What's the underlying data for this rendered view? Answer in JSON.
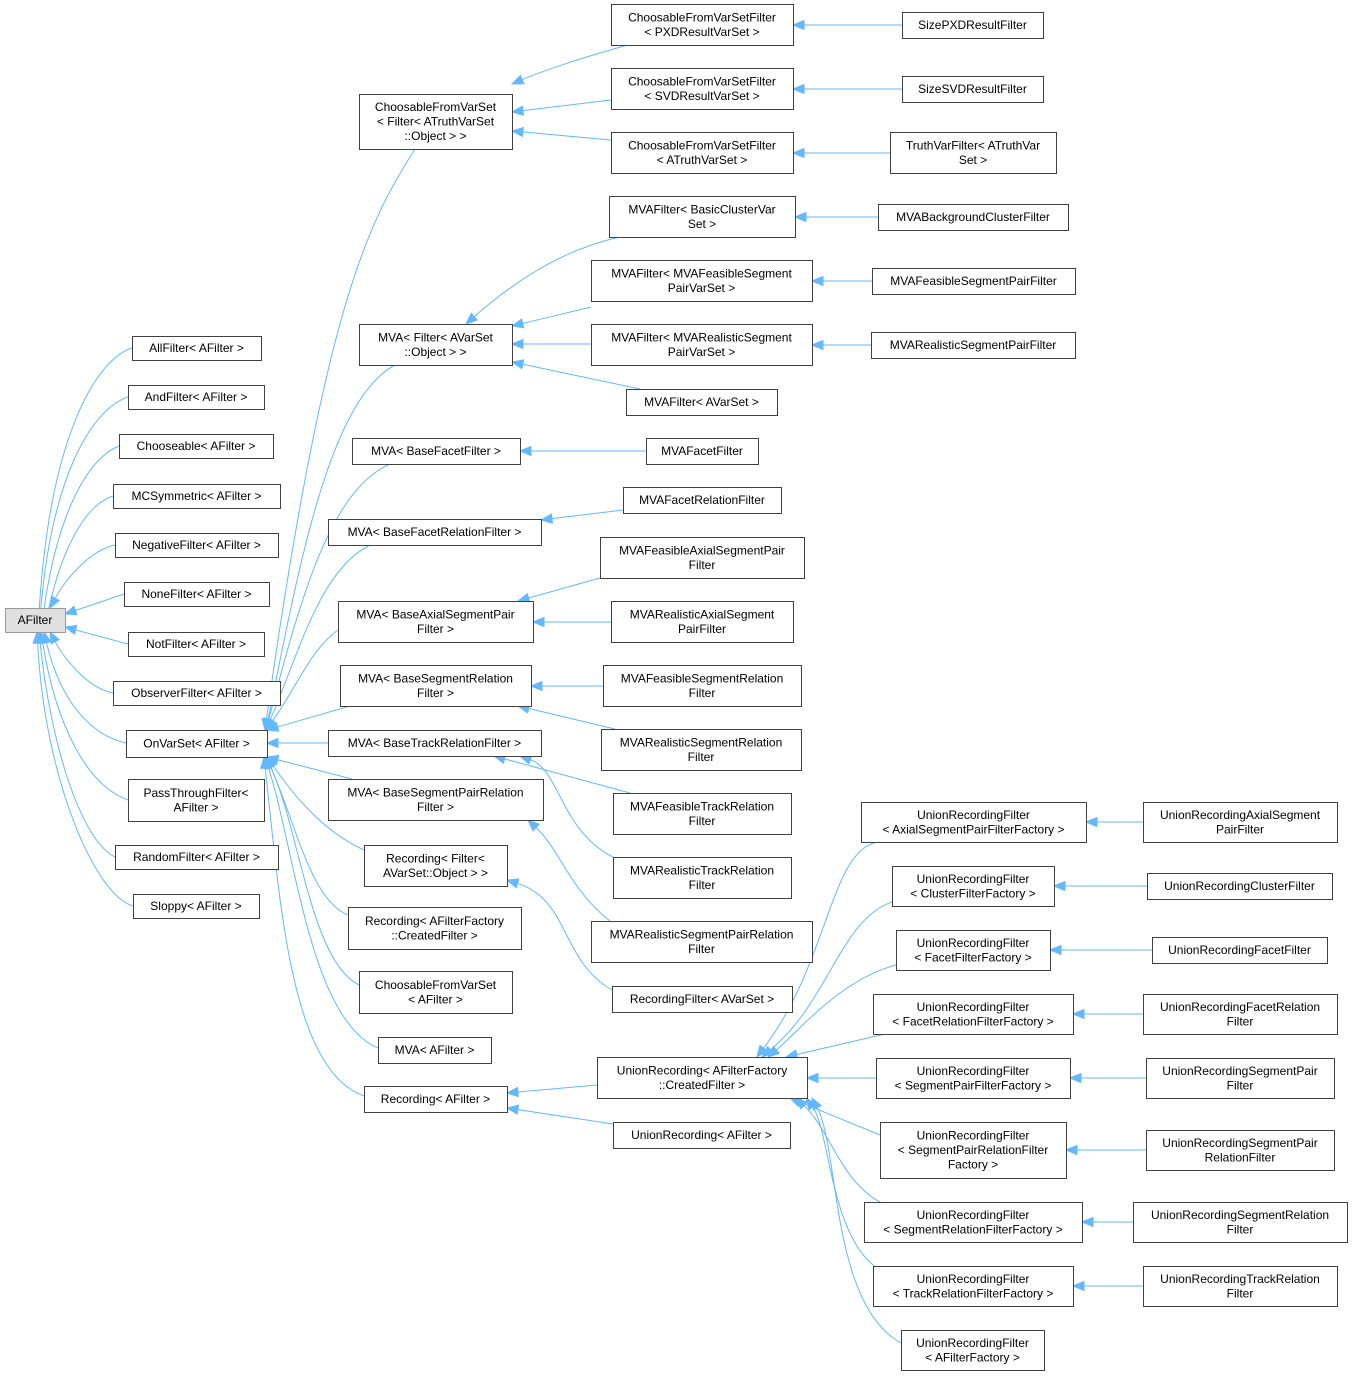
{
  "diagram": {
    "type": "class-inheritance-graph",
    "colors": {
      "edge": "#63b8ff",
      "node_border": "#404040",
      "root_fill": "#e0e0e0",
      "root_border": "#999999"
    },
    "nodes": [
      {
        "id": "afilter",
        "lines": [
          "AFilter"
        ],
        "root": true
      },
      {
        "id": "allfilter",
        "lines": [
          "AllFilter< AFilter >"
        ]
      },
      {
        "id": "andfilter",
        "lines": [
          "AndFilter< AFilter >"
        ]
      },
      {
        "id": "chooseable",
        "lines": [
          "Chooseable< AFilter >"
        ]
      },
      {
        "id": "mcsymmetric",
        "lines": [
          "MCSymmetric< AFilter >"
        ]
      },
      {
        "id": "negativefilter",
        "lines": [
          "NegativeFilter< AFilter >"
        ]
      },
      {
        "id": "nonefilter",
        "lines": [
          "NoneFilter< AFilter >"
        ]
      },
      {
        "id": "notfilter",
        "lines": [
          "NotFilter< AFilter >"
        ]
      },
      {
        "id": "observerfilter",
        "lines": [
          "ObserverFilter< AFilter >"
        ]
      },
      {
        "id": "onvarset",
        "lines": [
          "OnVarSet< AFilter >"
        ]
      },
      {
        "id": "passthrough",
        "lines": [
          "PassThroughFilter<",
          "AFilter >"
        ]
      },
      {
        "id": "randomfilter",
        "lines": [
          "RandomFilter< AFilter >"
        ]
      },
      {
        "id": "sloppy",
        "lines": [
          "Sloppy< AFilter >"
        ]
      },
      {
        "id": "cfvs_truth",
        "lines": [
          "ChoosableFromVarSet",
          "< Filter< ATruthVarSet",
          "::Object > >"
        ]
      },
      {
        "id": "mva_avarset",
        "lines": [
          "MVA< Filter< AVarSet",
          "::Object > >"
        ]
      },
      {
        "id": "mva_basefacet",
        "lines": [
          "MVA< BaseFacetFilter >"
        ]
      },
      {
        "id": "mva_basefacetrel",
        "lines": [
          "MVA< BaseFacetRelationFilter >"
        ]
      },
      {
        "id": "mva_baseaxial",
        "lines": [
          "MVA< BaseAxialSegmentPair",
          "Filter >"
        ]
      },
      {
        "id": "mva_basesegrel",
        "lines": [
          "MVA< BaseSegmentRelation",
          "Filter >"
        ]
      },
      {
        "id": "mva_basetrackrel",
        "lines": [
          "MVA< BaseTrackRelationFilter >"
        ]
      },
      {
        "id": "mva_basesegpairrel",
        "lines": [
          "MVA< BaseSegmentPairRelation",
          "Filter >"
        ]
      },
      {
        "id": "rec_avarset",
        "lines": [
          "Recording< Filter<",
          "AVarSet::Object > >"
        ]
      },
      {
        "id": "rec_created",
        "lines": [
          "Recording< AFilterFactory",
          "::CreatedFilter >"
        ]
      },
      {
        "id": "cfvs_afilter",
        "lines": [
          "ChoosableFromVarSet",
          "< AFilter >"
        ]
      },
      {
        "id": "mva_afilter",
        "lines": [
          "MVA< AFilter >"
        ]
      },
      {
        "id": "rec_afilter",
        "lines": [
          "Recording< AFilter >"
        ]
      },
      {
        "id": "cfvsf_pxd",
        "lines": [
          "ChoosableFromVarSetFilter",
          "< PXDResultVarSet >"
        ]
      },
      {
        "id": "cfvsf_svd",
        "lines": [
          "ChoosableFromVarSetFilter",
          "< SVDResultVarSet >"
        ]
      },
      {
        "id": "cfvsf_truth",
        "lines": [
          "ChoosableFromVarSetFilter",
          "< ATruthVarSet >"
        ]
      },
      {
        "id": "mvaf_basiccluster",
        "lines": [
          "MVAFilter< BasicClusterVar",
          "Set >"
        ]
      },
      {
        "id": "mvaf_feasible",
        "lines": [
          "MVAFilter< MVAFeasibleSegment",
          "PairVarSet >"
        ]
      },
      {
        "id": "mvaf_realistic",
        "lines": [
          "MVAFilter< MVARealisticSegment",
          "PairVarSet >"
        ]
      },
      {
        "id": "mvaf_avarset",
        "lines": [
          "MVAFilter< AVarSet >"
        ]
      },
      {
        "id": "mvafacet",
        "lines": [
          "MVAFacetFilter"
        ]
      },
      {
        "id": "mvafacetrel",
        "lines": [
          "MVAFacetRelationFilter"
        ]
      },
      {
        "id": "mvafeasaxial",
        "lines": [
          "MVAFeasibleAxialSegmentPair",
          "Filter"
        ]
      },
      {
        "id": "mvarealaxial",
        "lines": [
          "MVARealisticAxialSegment",
          "PairFilter"
        ]
      },
      {
        "id": "mvafeassegrel",
        "lines": [
          "MVAFeasibleSegmentRelation",
          "Filter"
        ]
      },
      {
        "id": "mvarealsegrel",
        "lines": [
          "MVARealisticSegmentRelation",
          "Filter"
        ]
      },
      {
        "id": "mvafeastrackrel",
        "lines": [
          "MVAFeasibleTrackRelation",
          "Filter"
        ]
      },
      {
        "id": "mvarealtrackrel",
        "lines": [
          "MVARealisticTrackRelation",
          "Filter"
        ]
      },
      {
        "id": "mvarealsegpairrel",
        "lines": [
          "MVARealisticSegmentPairRelation",
          "Filter"
        ]
      },
      {
        "id": "recfilter_avarset",
        "lines": [
          "RecordingFilter< AVarSet >"
        ]
      },
      {
        "id": "unionrec_created",
        "lines": [
          "UnionRecording< AFilterFactory",
          "::CreatedFilter >"
        ]
      },
      {
        "id": "unionrec_afilter",
        "lines": [
          "UnionRecording< AFilter >"
        ]
      },
      {
        "id": "sizepxd",
        "lines": [
          "SizePXDResultFilter"
        ]
      },
      {
        "id": "sizesvd",
        "lines": [
          "SizeSVDResultFilter"
        ]
      },
      {
        "id": "truthvar",
        "lines": [
          "TruthVarFilter< ATruthVar",
          "Set >"
        ]
      },
      {
        "id": "mvabgcluster",
        "lines": [
          "MVABackgroundClusterFilter"
        ]
      },
      {
        "id": "mvafeassegpair",
        "lines": [
          "MVAFeasibleSegmentPairFilter"
        ]
      },
      {
        "id": "mvarealsegpair",
        "lines": [
          "MVARealisticSegmentPairFilter"
        ]
      },
      {
        "id": "urf_axial",
        "lines": [
          "UnionRecordingFilter",
          "< AxialSegmentPairFilterFactory >"
        ]
      },
      {
        "id": "urf_cluster",
        "lines": [
          "UnionRecordingFilter",
          "< ClusterFilterFactory >"
        ]
      },
      {
        "id": "urf_facet",
        "lines": [
          "UnionRecordingFilter",
          "< FacetFilterFactory >"
        ]
      },
      {
        "id": "urf_facetrel",
        "lines": [
          "UnionRecordingFilter",
          "< FacetRelationFilterFactory >"
        ]
      },
      {
        "id": "urf_segpair",
        "lines": [
          "UnionRecordingFilter",
          "< SegmentPairFilterFactory >"
        ]
      },
      {
        "id": "urf_segpairrel",
        "lines": [
          "UnionRecordingFilter",
          "< SegmentPairRelationFilter",
          "Factory >"
        ]
      },
      {
        "id": "urf_segrel",
        "lines": [
          "UnionRecordingFilter",
          "< SegmentRelationFilterFactory >"
        ]
      },
      {
        "id": "urf_trackrel",
        "lines": [
          "UnionRecordingFilter",
          "< TrackRelationFilterFactory >"
        ]
      },
      {
        "id": "urf_afilterfactory",
        "lines": [
          "UnionRecordingFilter",
          "< AFilterFactory >"
        ]
      },
      {
        "id": "ur_axial",
        "lines": [
          "UnionRecordingAxialSegment",
          "PairFilter"
        ]
      },
      {
        "id": "ur_cluster",
        "lines": [
          "UnionRecordingClusterFilter"
        ]
      },
      {
        "id": "ur_facet",
        "lines": [
          "UnionRecordingFacetFilter"
        ]
      },
      {
        "id": "ur_facetrel",
        "lines": [
          "UnionRecordingFacetRelation",
          "Filter"
        ]
      },
      {
        "id": "ur_segpair",
        "lines": [
          "UnionRecordingSegmentPair",
          "Filter"
        ]
      },
      {
        "id": "ur_segpairrel",
        "lines": [
          "UnionRecordingSegmentPair",
          "RelationFilter"
        ]
      },
      {
        "id": "ur_segrel",
        "lines": [
          "UnionRecordingSegmentRelation",
          "Filter"
        ]
      },
      {
        "id": "ur_trackrel",
        "lines": [
          "UnionRecordingTrackRelation",
          "Filter"
        ]
      }
    ],
    "edges": [
      {
        "from": "allfilter",
        "to": "afilter"
      },
      {
        "from": "andfilter",
        "to": "afilter"
      },
      {
        "from": "chooseable",
        "to": "afilter"
      },
      {
        "from": "mcsymmetric",
        "to": "afilter"
      },
      {
        "from": "negativefilter",
        "to": "afilter"
      },
      {
        "from": "nonefilter",
        "to": "afilter"
      },
      {
        "from": "notfilter",
        "to": "afilter"
      },
      {
        "from": "observerfilter",
        "to": "afilter"
      },
      {
        "from": "onvarset",
        "to": "afilter"
      },
      {
        "from": "passthrough",
        "to": "afilter"
      },
      {
        "from": "randomfilter",
        "to": "afilter"
      },
      {
        "from": "sloppy",
        "to": "afilter"
      },
      {
        "from": "cfvs_truth",
        "to": "onvarset"
      },
      {
        "from": "mva_avarset",
        "to": "onvarset"
      },
      {
        "from": "mva_basefacet",
        "to": "onvarset"
      },
      {
        "from": "mva_basefacetrel",
        "to": "onvarset"
      },
      {
        "from": "mva_baseaxial",
        "to": "onvarset"
      },
      {
        "from": "mva_basesegrel",
        "to": "onvarset"
      },
      {
        "from": "mva_basetrackrel",
        "to": "onvarset"
      },
      {
        "from": "mva_basesegpairrel",
        "to": "onvarset"
      },
      {
        "from": "rec_avarset",
        "to": "onvarset"
      },
      {
        "from": "rec_created",
        "to": "onvarset"
      },
      {
        "from": "cfvs_afilter",
        "to": "onvarset"
      },
      {
        "from": "mva_afilter",
        "to": "onvarset"
      },
      {
        "from": "rec_afilter",
        "to": "onvarset"
      },
      {
        "from": "cfvsf_pxd",
        "to": "cfvs_truth"
      },
      {
        "from": "cfvsf_svd",
        "to": "cfvs_truth"
      },
      {
        "from": "cfvsf_truth",
        "to": "cfvs_truth"
      },
      {
        "from": "mvaf_basiccluster",
        "to": "mva_avarset"
      },
      {
        "from": "mvaf_feasible",
        "to": "mva_avarset"
      },
      {
        "from": "mvaf_realistic",
        "to": "mva_avarset"
      },
      {
        "from": "mvaf_avarset",
        "to": "mva_avarset"
      },
      {
        "from": "mvafacet",
        "to": "mva_basefacet"
      },
      {
        "from": "mvafacetrel",
        "to": "mva_basefacetrel"
      },
      {
        "from": "mvafeasaxial",
        "to": "mva_baseaxial"
      },
      {
        "from": "mvarealaxial",
        "to": "mva_baseaxial"
      },
      {
        "from": "mvafeassegrel",
        "to": "mva_basesegrel"
      },
      {
        "from": "mvarealsegrel",
        "to": "mva_basesegrel"
      },
      {
        "from": "mvafeastrackrel",
        "to": "mva_basetrackrel"
      },
      {
        "from": "mvarealtrackrel",
        "to": "mva_basetrackrel"
      },
      {
        "from": "mvarealsegpairrel",
        "to": "mva_basesegpairrel"
      },
      {
        "from": "recfilter_avarset",
        "to": "rec_avarset"
      },
      {
        "from": "unionrec_created",
        "to": "rec_afilter"
      },
      {
        "from": "unionrec_afilter",
        "to": "rec_afilter"
      },
      {
        "from": "sizepxd",
        "to": "cfvsf_pxd"
      },
      {
        "from": "sizesvd",
        "to": "cfvsf_svd"
      },
      {
        "from": "truthvar",
        "to": "cfvsf_truth"
      },
      {
        "from": "mvabgcluster",
        "to": "mvaf_basiccluster"
      },
      {
        "from": "mvafeassegpair",
        "to": "mvaf_feasible"
      },
      {
        "from": "mvarealsegpair",
        "to": "mvaf_realistic"
      },
      {
        "from": "urf_axial",
        "to": "unionrec_created"
      },
      {
        "from": "urf_cluster",
        "to": "unionrec_created"
      },
      {
        "from": "urf_facet",
        "to": "unionrec_created"
      },
      {
        "from": "urf_facetrel",
        "to": "unionrec_created"
      },
      {
        "from": "urf_segpair",
        "to": "unionrec_created"
      },
      {
        "from": "urf_segpairrel",
        "to": "unionrec_created"
      },
      {
        "from": "urf_segrel",
        "to": "unionrec_created"
      },
      {
        "from": "urf_trackrel",
        "to": "unionrec_created"
      },
      {
        "from": "urf_afilterfactory",
        "to": "unionrec_created"
      },
      {
        "from": "ur_axial",
        "to": "urf_axial"
      },
      {
        "from": "ur_cluster",
        "to": "urf_cluster"
      },
      {
        "from": "ur_facet",
        "to": "urf_facet"
      },
      {
        "from": "ur_facetrel",
        "to": "urf_facetrel"
      },
      {
        "from": "ur_segpair",
        "to": "urf_segpair"
      },
      {
        "from": "ur_segpairrel",
        "to": "urf_segpairrel"
      },
      {
        "from": "ur_segrel",
        "to": "urf_segrel"
      },
      {
        "from": "ur_trackrel",
        "to": "urf_trackrel"
      }
    ]
  }
}
